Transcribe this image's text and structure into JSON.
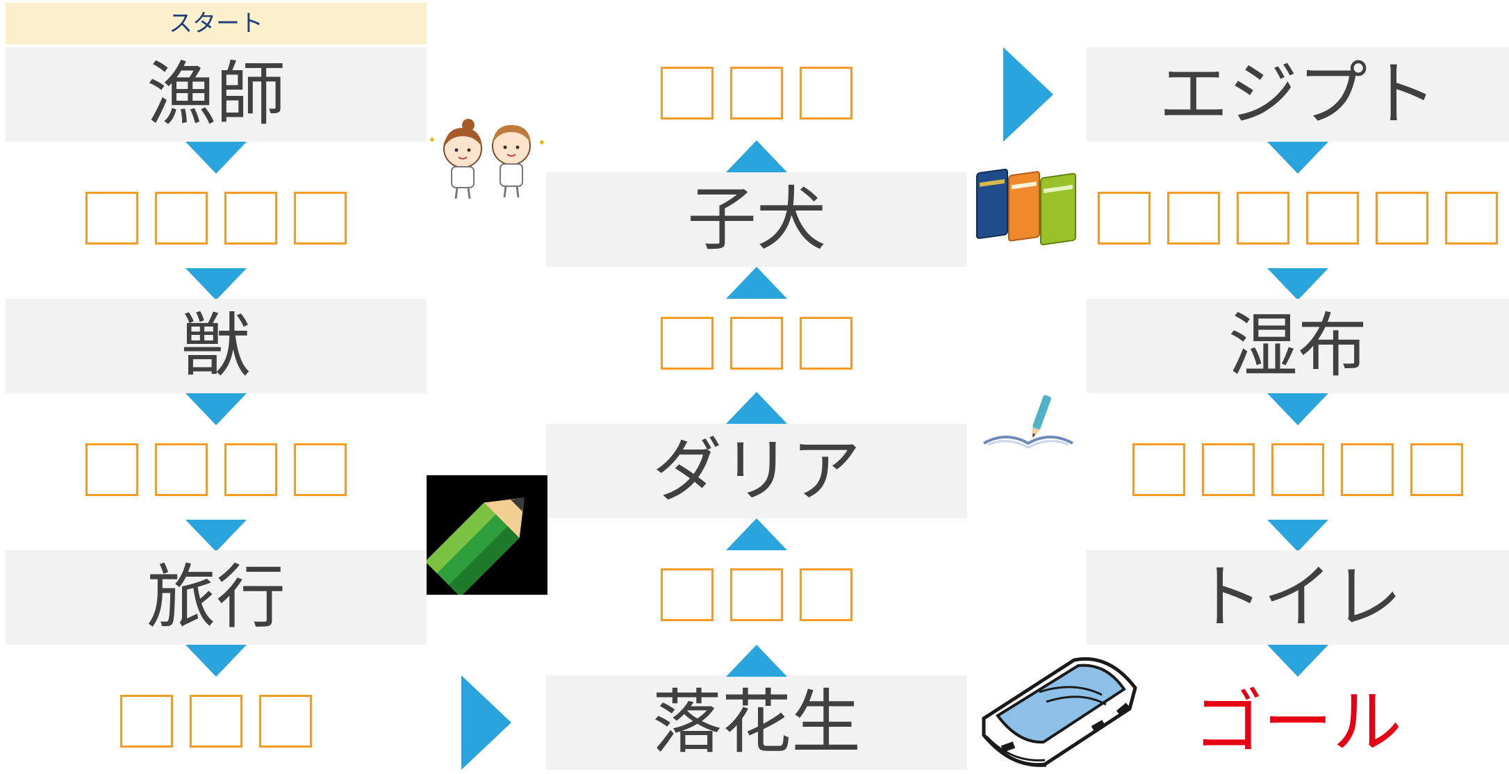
{
  "start_label": "スタート",
  "column1": {
    "word1": "漁師",
    "word2": "獣",
    "word3": "旅行",
    "blank_counts": [
      4,
      4,
      3
    ]
  },
  "column2": {
    "word_top": "子犬",
    "word_mid": "ダリア",
    "word_bottom": "落花生",
    "blank_counts": [
      3,
      3,
      3
    ]
  },
  "column3": {
    "word1": "エジプト",
    "word2": "湿布",
    "word3": "トイレ",
    "blank_counts": [
      6,
      5
    ]
  },
  "goal_label": "ゴール",
  "colors": {
    "arrow": "#2aa4dd",
    "blank_border": "#f59a23",
    "card_bg": "#f2f2f2",
    "start_bg": "#fdf0cc",
    "goal": "#e60012"
  },
  "icons": [
    "kids-cheering-icon",
    "books-icon",
    "pencil-icon",
    "open-book-pen-icon",
    "old-book-icon"
  ]
}
